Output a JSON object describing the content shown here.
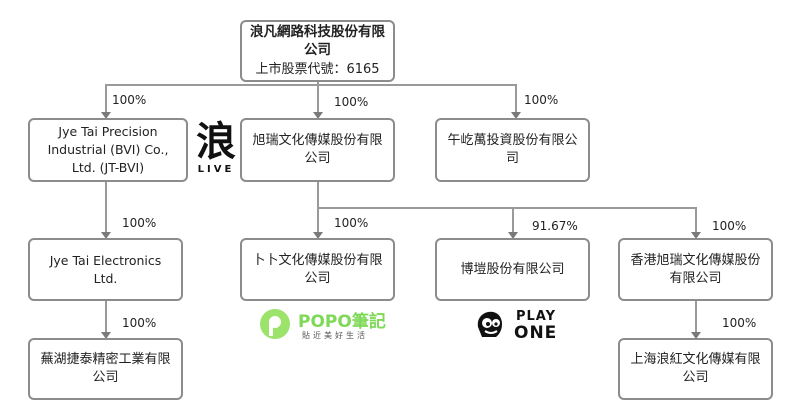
{
  "root": {
    "name": "浪凡網路科技股份有限公司",
    "code": "上市股票代號：6165"
  },
  "level1": [
    {
      "name": "Jye Tai Precision Industrial (BVI) Co., Ltd. (JT-BVI)",
      "pct": "100%"
    },
    {
      "name": "旭瑞文化傳媒股份有限公司",
      "pct": "100%"
    },
    {
      "name": "午屹萬投資股份有限公司",
      "pct": "100%"
    }
  ],
  "level2": [
    {
      "name": "Jye Tai Electronics Ltd.",
      "pct": "100%"
    },
    {
      "name": "卜卜文化傳媒股份有限公司",
      "pct": "100%"
    },
    {
      "name": "博塏股份有限公司",
      "pct": "91.67%"
    },
    {
      "name": "香港旭瑞文化傳媒股份有限公司",
      "pct": "100%"
    }
  ],
  "level3": [
    {
      "name": "蕪湖捷泰精密工業有限公司",
      "pct": "100%"
    },
    {
      "name": "上海浪紅文化傳媒有限公司",
      "pct": "100%"
    }
  ],
  "logos": {
    "live": {
      "glyph": "浪",
      "text": "LIVE",
      "color": "#111111",
      "accent": "#e0202a"
    },
    "popo": {
      "text": "POPO筆記",
      "sub": "貼近美好生活",
      "color": "#7ed957"
    },
    "playone": {
      "line1": "PLAY",
      "line2": "ONE",
      "color": "#111111"
    }
  }
}
